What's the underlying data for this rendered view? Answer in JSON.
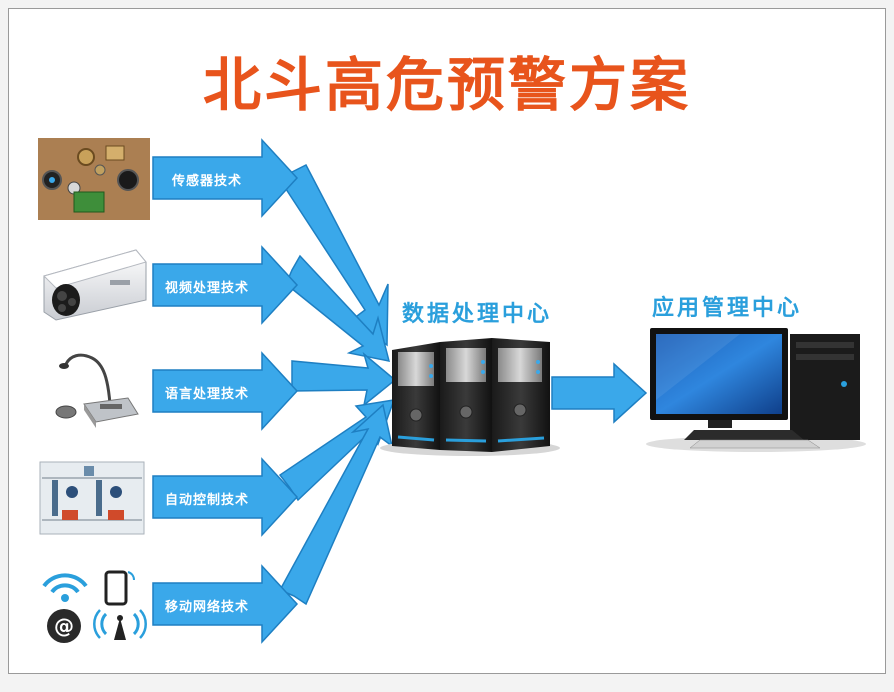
{
  "title": "北斗高危预警方案",
  "center_label": "数据处理中心",
  "right_label": "应用管理中心",
  "technologies": [
    {
      "label": "传感器技术",
      "icon": "sensor-components-icon"
    },
    {
      "label": "视频处理技术",
      "icon": "cctv-camera-icon"
    },
    {
      "label": "语言处理技术",
      "icon": "gooseneck-microphone-icon"
    },
    {
      "label": "自动控制技术",
      "icon": "control-panel-icon"
    },
    {
      "label": "移动网络技术",
      "icon": "mobile-network-icons"
    }
  ],
  "colors": {
    "title": "#e8541c",
    "label_blue": "#2a9fdc",
    "arrow_fill": "#3aa8ea",
    "arrow_stroke": "#1e7fc2"
  }
}
